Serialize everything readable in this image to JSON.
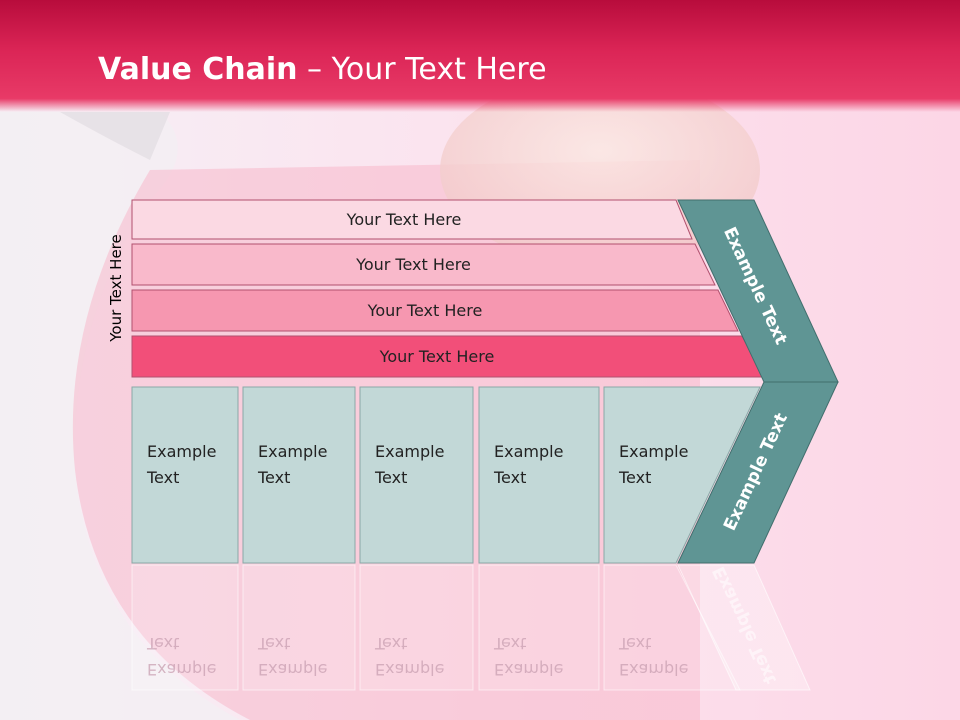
{
  "header": {
    "title_bold": "Value Chain",
    "title_rest": " – Your Text Here"
  },
  "side_label": "Your Text Here",
  "rows": [
    {
      "label": "Your Text Here",
      "color": "#fbd9e3"
    },
    {
      "label": "Your Text Here",
      "color": "#f9b9cb"
    },
    {
      "label": "Your Text Here",
      "color": "#f697b0"
    },
    {
      "label": "Your Text Here",
      "color": "#f24f79"
    }
  ],
  "boxes": [
    {
      "line1": "Example",
      "line2": "Text"
    },
    {
      "line1": "Example",
      "line2": "Text"
    },
    {
      "line1": "Example",
      "line2": "Text"
    },
    {
      "line1": "Example",
      "line2": "Text"
    },
    {
      "line1": "Example",
      "line2": "Text"
    }
  ],
  "chevron": {
    "upper_label": "Example Text",
    "lower_label": "Example Text",
    "color": "#5f9594"
  },
  "box_color": "#c2d8d7"
}
